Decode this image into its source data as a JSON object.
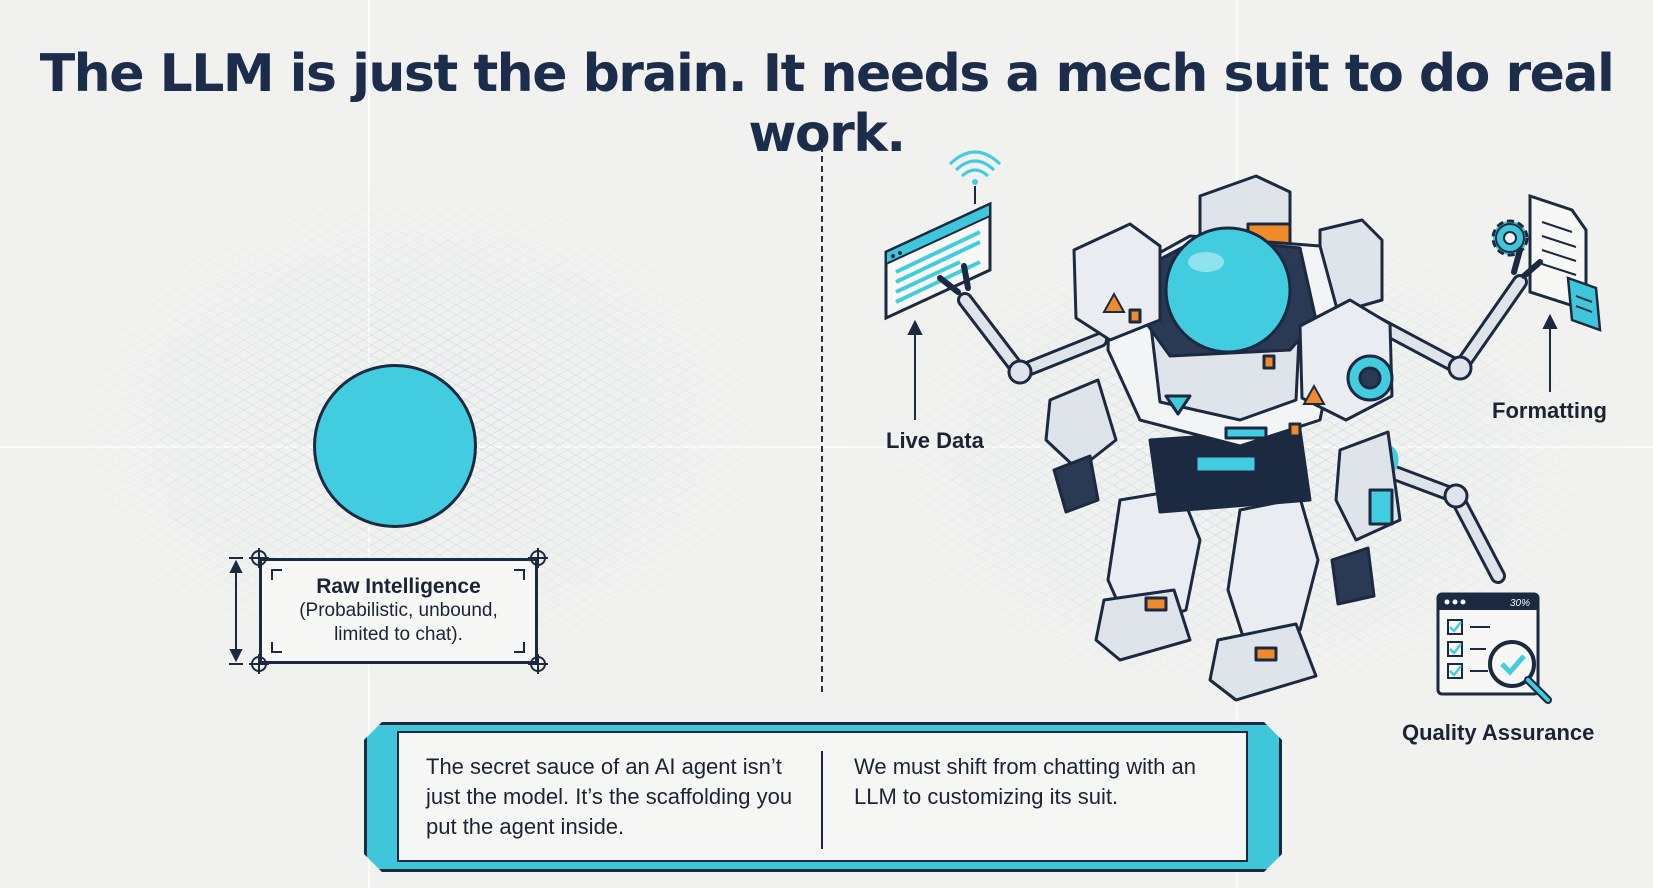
{
  "title": "The LLM is just the brain. It needs a mech suit to do real work.",
  "raw_intelligence": {
    "title": "Raw Intelligence",
    "description": "(Probabilistic, unbound, limited to chat)."
  },
  "labels": {
    "live_data": "Live Data",
    "formatting": "Formatting",
    "quality_assurance": "Quality Assurance"
  },
  "qa_tag": "30%",
  "bottom": {
    "left": "The secret sauce of an AI agent isn’t just the model. It’s the scaffolding you put the agent inside.",
    "right": "We must shift from chatting with an LLM to customizing its suit."
  },
  "colors": {
    "cyan": "#42ccdf",
    "navy": "#1b2a40",
    "orange": "#f08a2a",
    "paper": "#f1f2ef"
  },
  "icons": [
    "wifi-icon",
    "gear-icon",
    "document-icon",
    "magnifier-icon",
    "checkbox-icon",
    "warning-icon"
  ]
}
